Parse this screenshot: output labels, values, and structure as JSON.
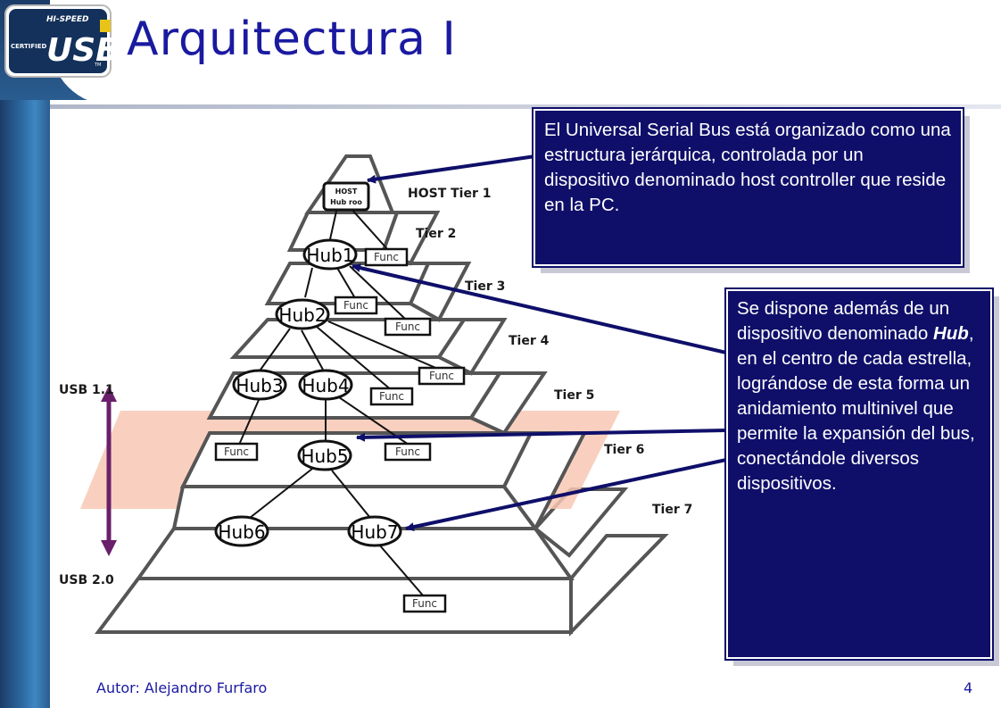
{
  "slide": {
    "title": "Arquitectura I",
    "logo": {
      "top_text": "HI-SPEED",
      "side_text": "CERTIFIED",
      "main_text": "USB",
      "tm": "TM"
    },
    "footer": {
      "author": "Autor: Alejandro Furfaro",
      "page": "4"
    }
  },
  "callouts": {
    "text1": "El Universal Serial Bus está organizado como una estructura jerárquica, controlada por un dispositivo denominado host controller que reside en la PC.",
    "text2_before": "Se dispone  además de un dispositivo denominado ",
    "text2_em": "Hub",
    "text2_after": ", en el centro de cada estrella, lográndose de esta forma un anidamiento multinivel que permite la expansión del bus, conectándole diversos dispositivos."
  },
  "diagram": {
    "host": {
      "line1": "HOST",
      "line2": "Hub roo"
    },
    "tiers": [
      "HOST Tier 1",
      "Tier 2",
      "Tier 3",
      "Tier 4",
      "Tier 5",
      "Tier 6",
      "Tier 7"
    ],
    "hubs": [
      "Hub1",
      "Hub2",
      "Hub3",
      "Hub4",
      "Hub5",
      "Hub6",
      "Hub7"
    ],
    "func_label": "Func",
    "usb11": "USB 1.1",
    "usb20": "USB 2.0",
    "colors": {
      "callout": "#0f0f6a",
      "title": "#1a1aa0",
      "arrow": "#0f0f6a",
      "band": "#f8c8b4",
      "usb_arrow": "#6a1f6a"
    }
  }
}
